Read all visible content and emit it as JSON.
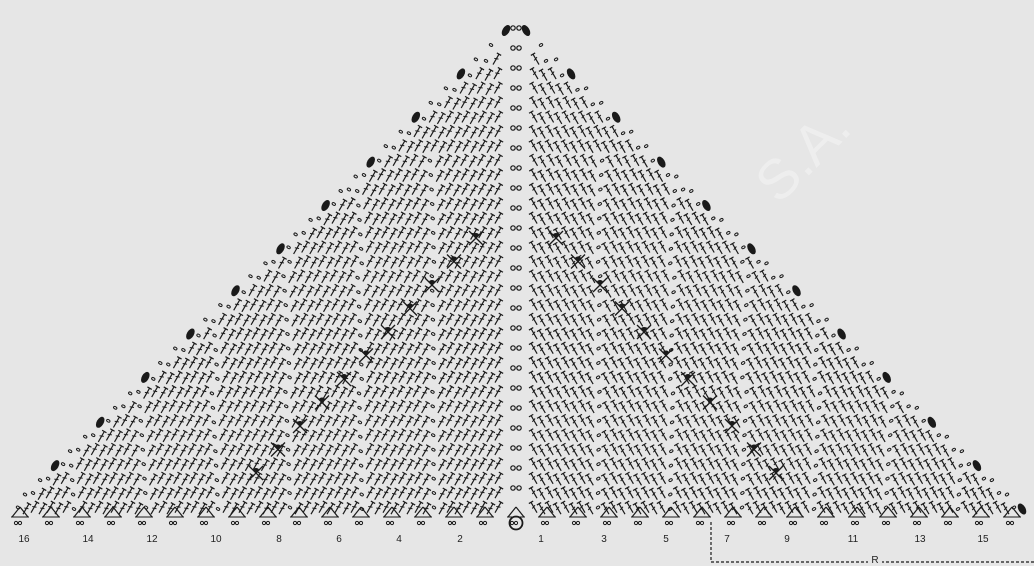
{
  "diagram": {
    "row_numbers_left": [
      "16",
      "14",
      "12",
      "10",
      "8",
      "6",
      "4",
      "2"
    ],
    "row_numbers_right": [
      "1",
      "3",
      "5",
      "7",
      "9",
      "11",
      "13",
      "15"
    ],
    "repeat_label": "R",
    "watermark": "S.A.",
    "colors": {
      "background": "#e6e6e6",
      "ink": "#1a1a1a",
      "watermark": "#ffffff"
    }
  }
}
